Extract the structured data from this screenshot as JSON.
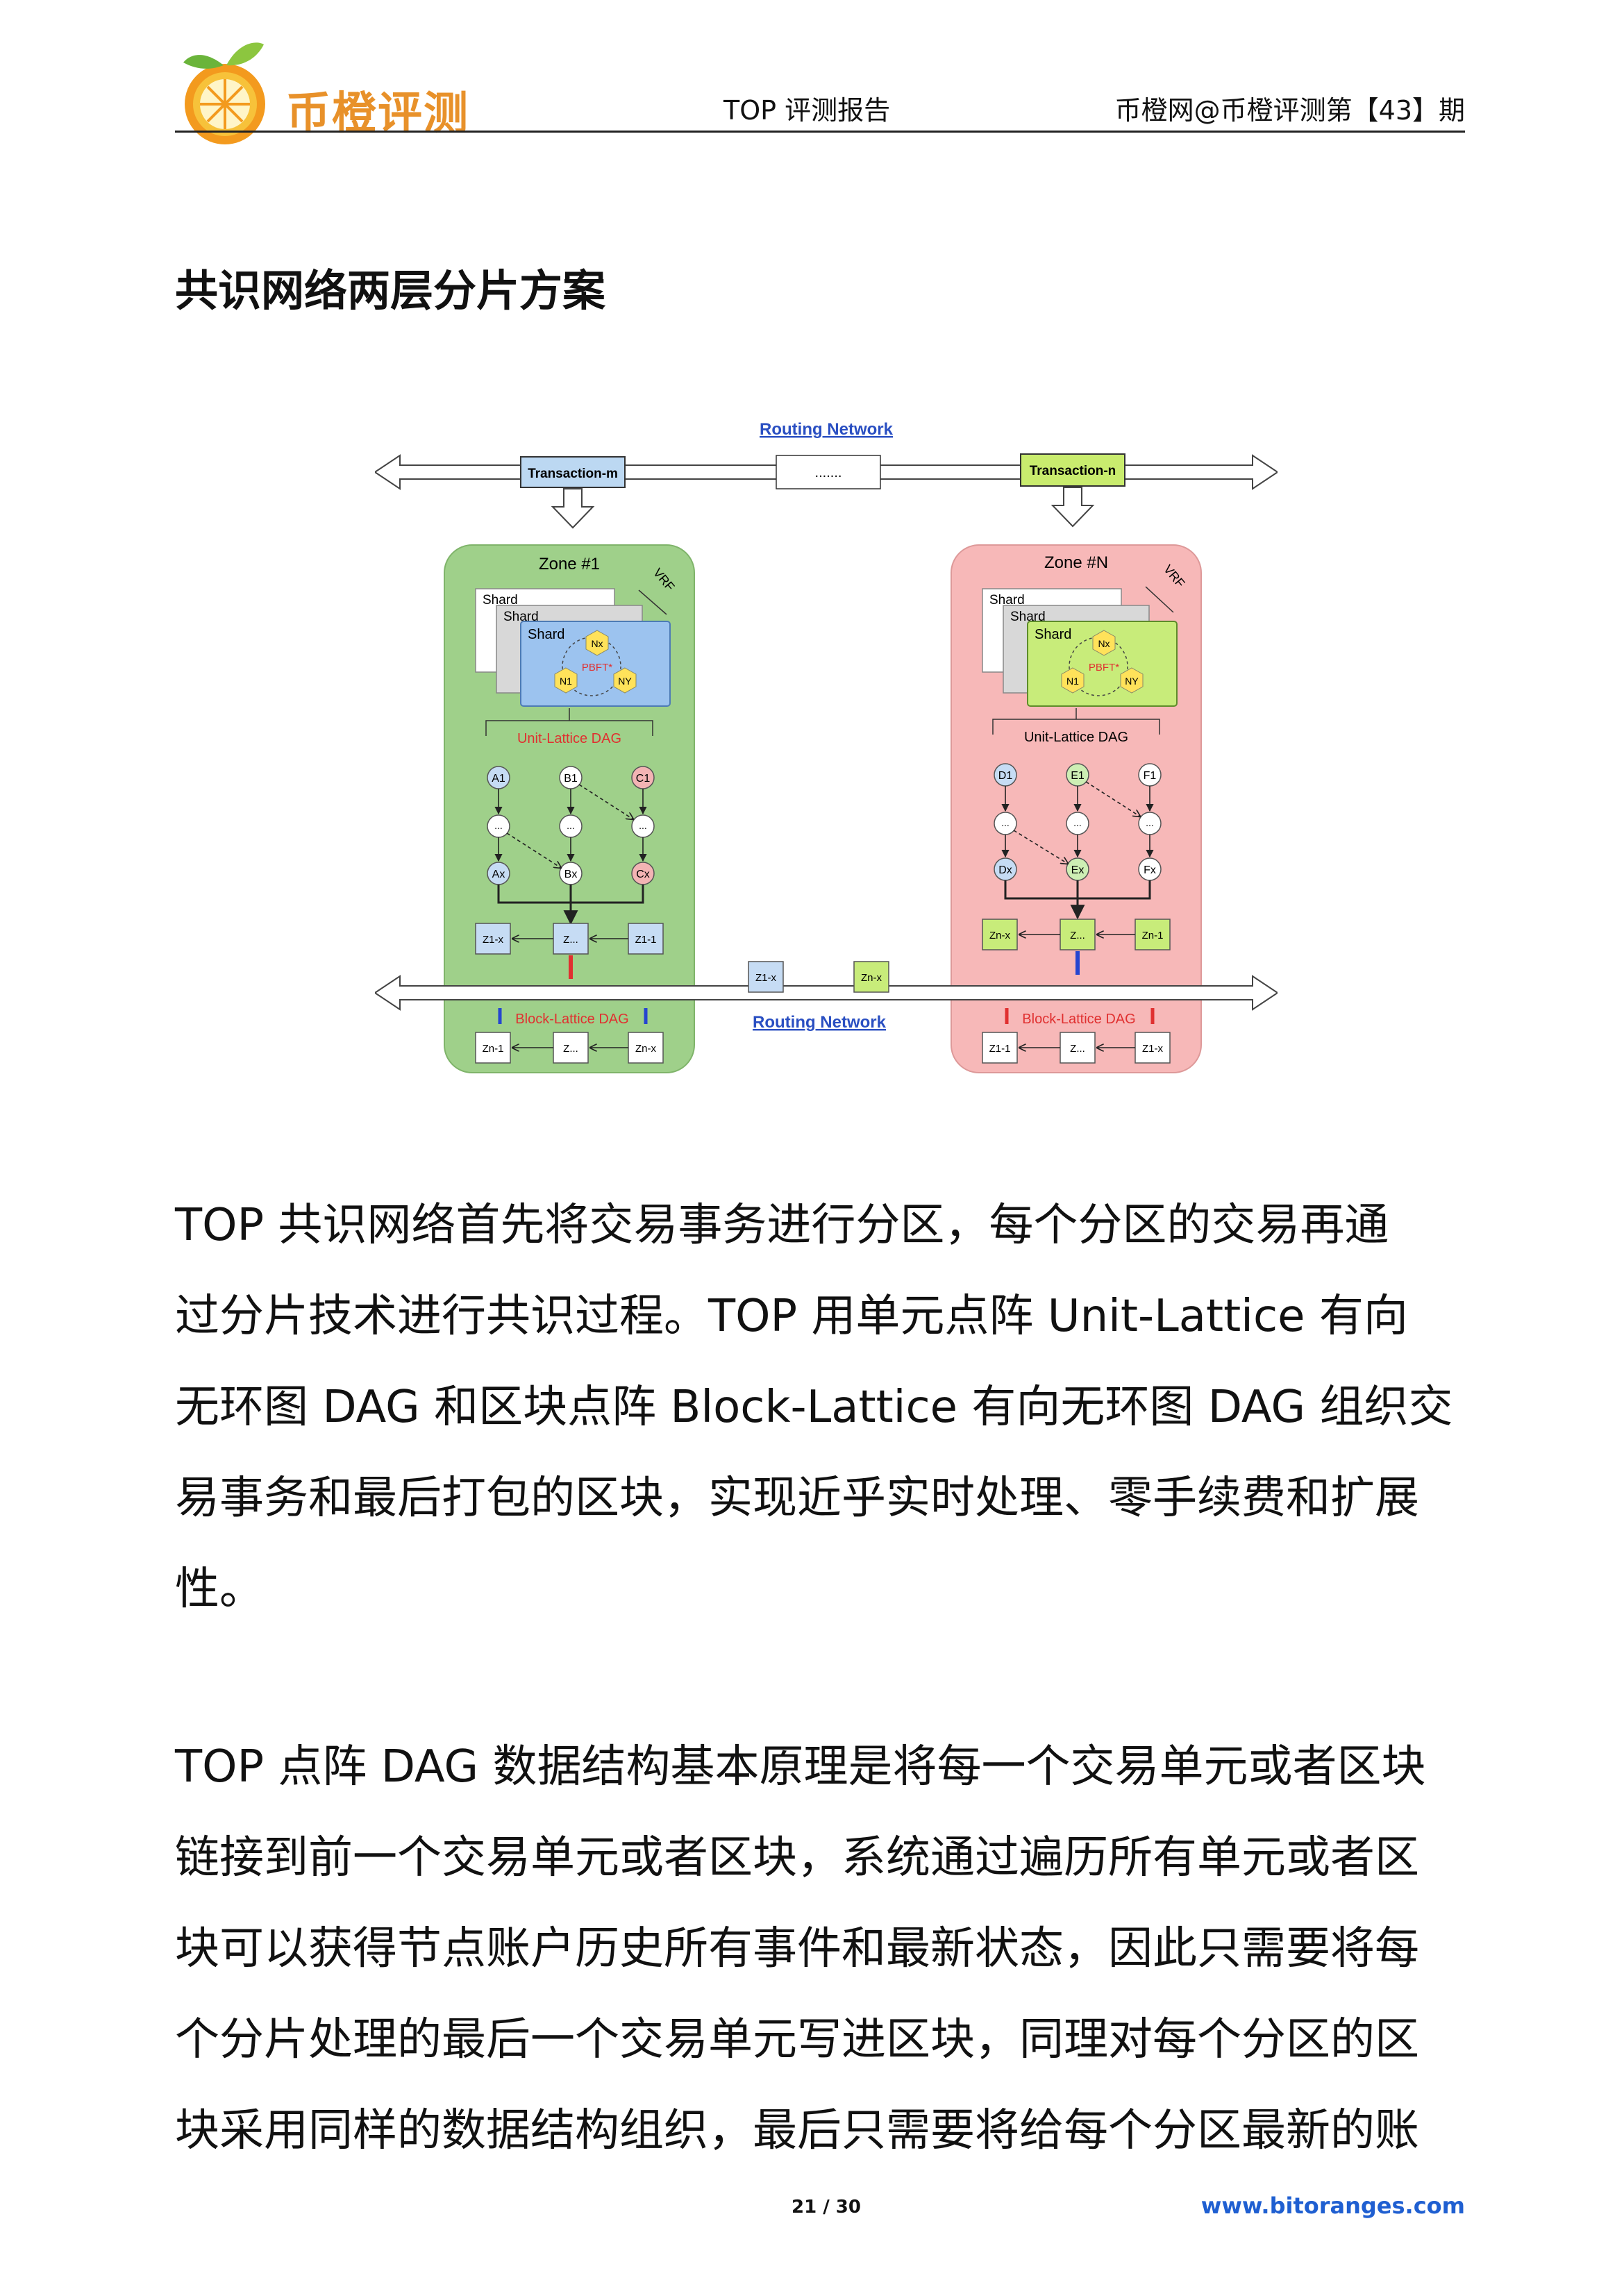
{
  "header": {
    "logo_text": "币橙评测",
    "center": "TOP 评测报告",
    "right": "币橙网@币橙评测第【43】期"
  },
  "section_heading": "共识网络两层分片方案",
  "diagram": {
    "routing_network_top": "Routing Network",
    "routing_network_bottom": "Routing Network",
    "transaction_m": "Transaction-m",
    "transaction_n": "Transaction-n",
    "ellipsis_box": ".......",
    "zone1": {
      "title": "Zone #1",
      "vrf": "VRF",
      "shard_back": "Shard",
      "shard_mid": "Shard",
      "shard_front": "Shard",
      "pbft": "PBFT*",
      "nx": "Nx",
      "n1": "N1",
      "ny": "NY",
      "unit_lattice": "Unit-Lattice DAG",
      "nodes_top": [
        "A1",
        "B1",
        "C1"
      ],
      "nodes_mid": [
        "...",
        "...",
        "..."
      ],
      "nodes_bottom": [
        "Ax",
        "Bx",
        "Cx"
      ],
      "z_row": [
        "Z1-x",
        "Z...",
        "Z1-1"
      ],
      "block_lattice": "Block-Lattice DAG",
      "block_row": [
        "Zn-1",
        "Z...",
        "Zn-x"
      ]
    },
    "zoneN": {
      "title": "Zone #N",
      "vrf": "VRF",
      "shard_back": "Shard",
      "shard_mid": "Shard",
      "shard_front": "Shard",
      "pbft": "PBFT*",
      "nx": "Nx",
      "n1": "N1",
      "ny": "NY",
      "unit_lattice": "Unit-Lattice DAG",
      "nodes_top": [
        "D1",
        "E1",
        "F1"
      ],
      "nodes_mid": [
        "...",
        "...",
        "..."
      ],
      "nodes_bottom": [
        "Dx",
        "Ex",
        "Fx"
      ],
      "z_row": [
        "Zn-x",
        "Z...",
        "Zn-1"
      ],
      "block_lattice": "Block-Lattice DAG",
      "block_row": [
        "Z1-1",
        "Z...",
        "Z1-x"
      ]
    },
    "mid_boxes": [
      "Z1-x",
      "Zn-x"
    ],
    "colors": {
      "zone1_fill": "#9fd08a",
      "zoneN_fill": "#f7b8b8",
      "shard1_front": "#9cc3ef",
      "shardN_front": "#c8ec7a",
      "routing_text": "#2a4fc2",
      "unit_lattice_red": "#e03030",
      "hex_yellow": "#ffe25a"
    }
  },
  "paragraph1": [
    "TOP 共识网络首先将交易事务进行分区，每个分区的交易再通",
    "过分片技术进行共识过程。TOP 用单元点阵 Unit-Lattice 有向",
    "无环图 DAG 和区块点阵 Block-Lattice 有向无环图 DAG 组织交",
    "易事务和最后打包的区块，实现近乎实时处理、零手续费和扩展",
    "性。"
  ],
  "paragraph2": [
    "TOP 点阵 DAG 数据结构基本原理是将每一个交易单元或者区块",
    "链接到前一个交易单元或者区块，系统通过遍历所有单元或者区",
    "块可以获得节点账户历史所有事件和最新状态，因此只需要将每",
    "个分片处理的最后一个交易单元写进区块，同理对每个分区的区",
    "块采用同样的数据结构组织，最后只需要将给每个分区最新的账"
  ],
  "footer": {
    "page": "21 / 30",
    "url": "www.bitoranges.com"
  }
}
